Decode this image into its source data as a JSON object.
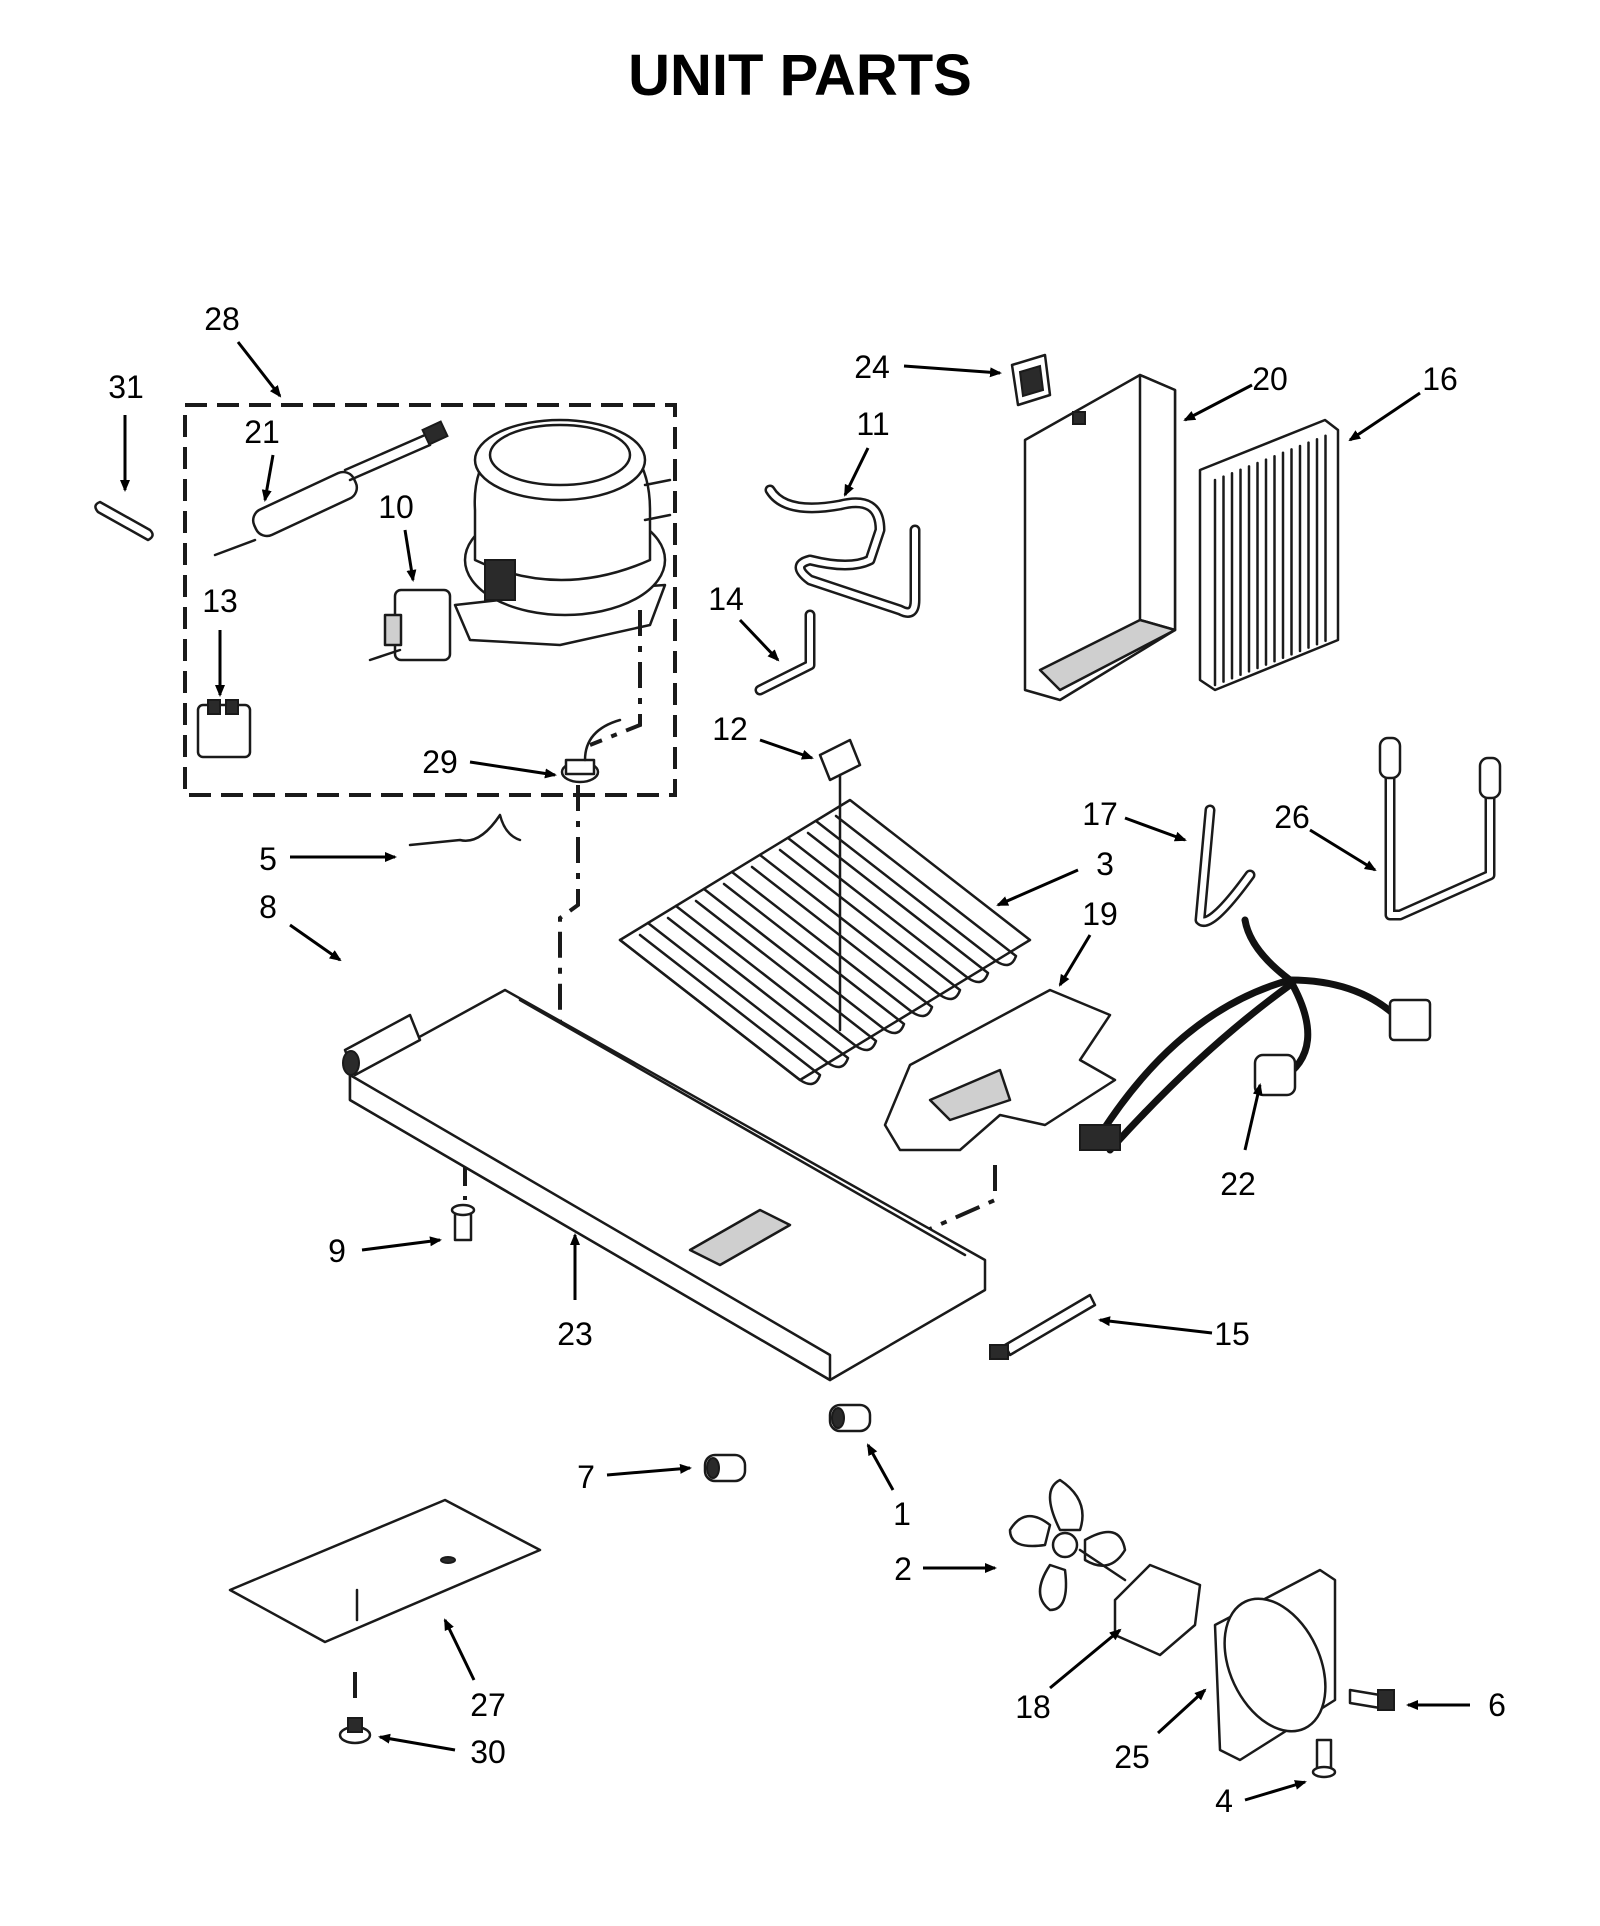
{
  "title": "UNIT PARTS",
  "callouts": [
    "28",
    "31",
    "21",
    "10",
    "13",
    "29",
    "24",
    "20",
    "16",
    "11",
    "14",
    "12",
    "17",
    "26",
    "3",
    "19",
    "5",
    "8",
    "22",
    "9",
    "23",
    "15",
    "7",
    "1",
    "2",
    "6",
    "18",
    "25",
    "27",
    "30",
    "4"
  ]
}
